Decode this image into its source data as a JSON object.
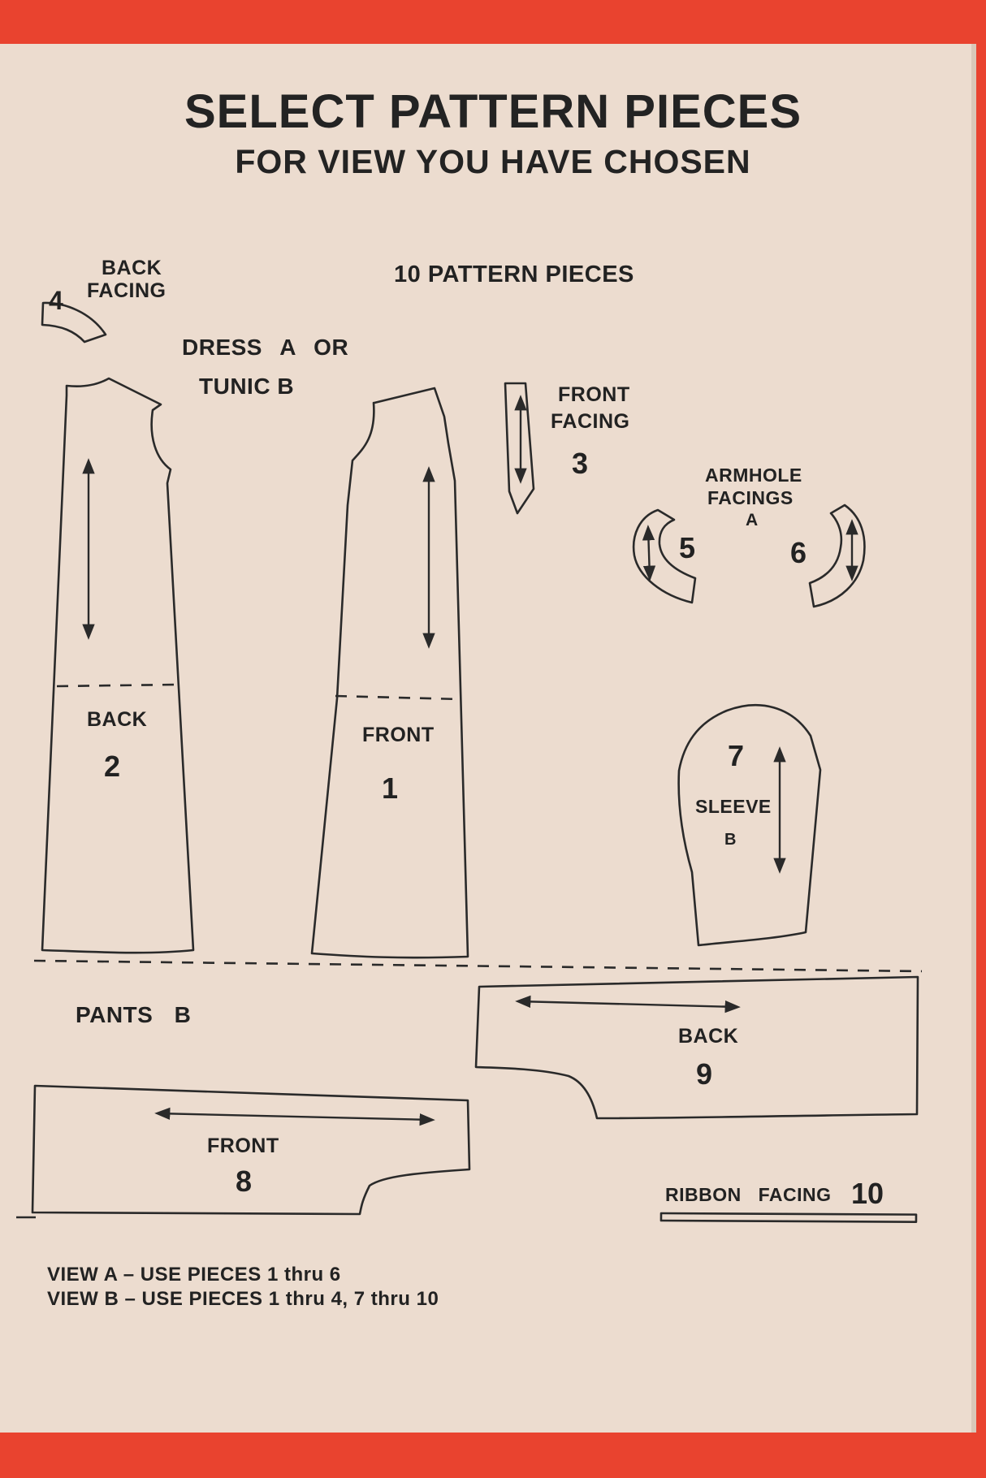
{
  "header": {
    "title": "SELECT PATTERN PIECES",
    "subtitle": "FOR VIEW YOU HAVE CHOSEN",
    "count": "10 PATTERN PIECES"
  },
  "garments": {
    "dress_line1": "DRESS A OR",
    "dress_line2": "TUNIC B",
    "pants": "PANTS B"
  },
  "pieces": {
    "back_facing": {
      "line1": "BACK",
      "line2": "FACING",
      "num": "4"
    },
    "back": {
      "label": "BACK",
      "num": "2"
    },
    "front": {
      "label": "FRONT",
      "num": "1"
    },
    "front_facing": {
      "line1": "FRONT",
      "line2": "FACING",
      "num": "3"
    },
    "armhole": {
      "line1": "ARMHOLE",
      "line2": "FACINGS",
      "line3": "A",
      "num_left": "5",
      "num_right": "6"
    },
    "sleeve": {
      "num": "7",
      "label": "SLEEVE",
      "view": "B"
    },
    "pants_back": {
      "label": "BACK",
      "num": "9"
    },
    "pants_front": {
      "label": "FRONT",
      "num": "8"
    },
    "ribbon": {
      "label": "RIBBON FACING",
      "num": "10"
    }
  },
  "views": {
    "view_a": "VIEW A – USE PIECES 1 thru 6",
    "view_b": "VIEW B – USE PIECES 1 thru 4, 7 thru 10"
  }
}
